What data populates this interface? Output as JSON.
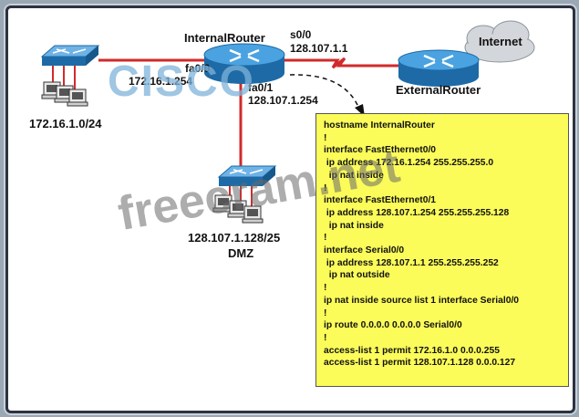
{
  "routers": {
    "internal": {
      "name": "InternalRouter",
      "if_s0": "s0/0",
      "ip_s0": "128.107.1.1",
      "if_fa00": "fa0/0",
      "ip_fa00": "172.16.1.254",
      "if_fa01": "fa0/1",
      "ip_fa01": "128.107.1.254"
    },
    "external": {
      "name": "ExternalRouter"
    }
  },
  "cloud": {
    "label": "Internet"
  },
  "networks": {
    "lan": "172.16.1.0/24",
    "dmz_net": "128.107.1.128/25",
    "dmz": "DMZ"
  },
  "config_lines": [
    "hostname InternalRouter",
    "!",
    "interface FastEthernet0/0",
    " ip address 172.16.1.254 255.255.255.0",
    "  ip nat inside",
    "!",
    "interface FastEthernet0/1",
    " ip address 128.107.1.254 255.255.255.128",
    "  ip nat inside",
    "!",
    "interface Serial0/0",
    " ip address 128.107.1.1 255.255.255.252",
    "  ip nat outside",
    "!",
    "ip nat inside source list 1 interface Serial0/0",
    "!",
    "ip route 0.0.0.0 0.0.0.0 Serial0/0",
    "!",
    "access-list 1 permit 172.16.1.0 0.0.0.255",
    "access-list 1 permit 128.107.1.128 0.0.0.127"
  ],
  "watermarks": {
    "cisco": "CISCO",
    "site": "freecram.net"
  },
  "colors": {
    "link": "#d22a2a",
    "router": "#2f86c8",
    "config_bg": "#fbfb5a"
  }
}
